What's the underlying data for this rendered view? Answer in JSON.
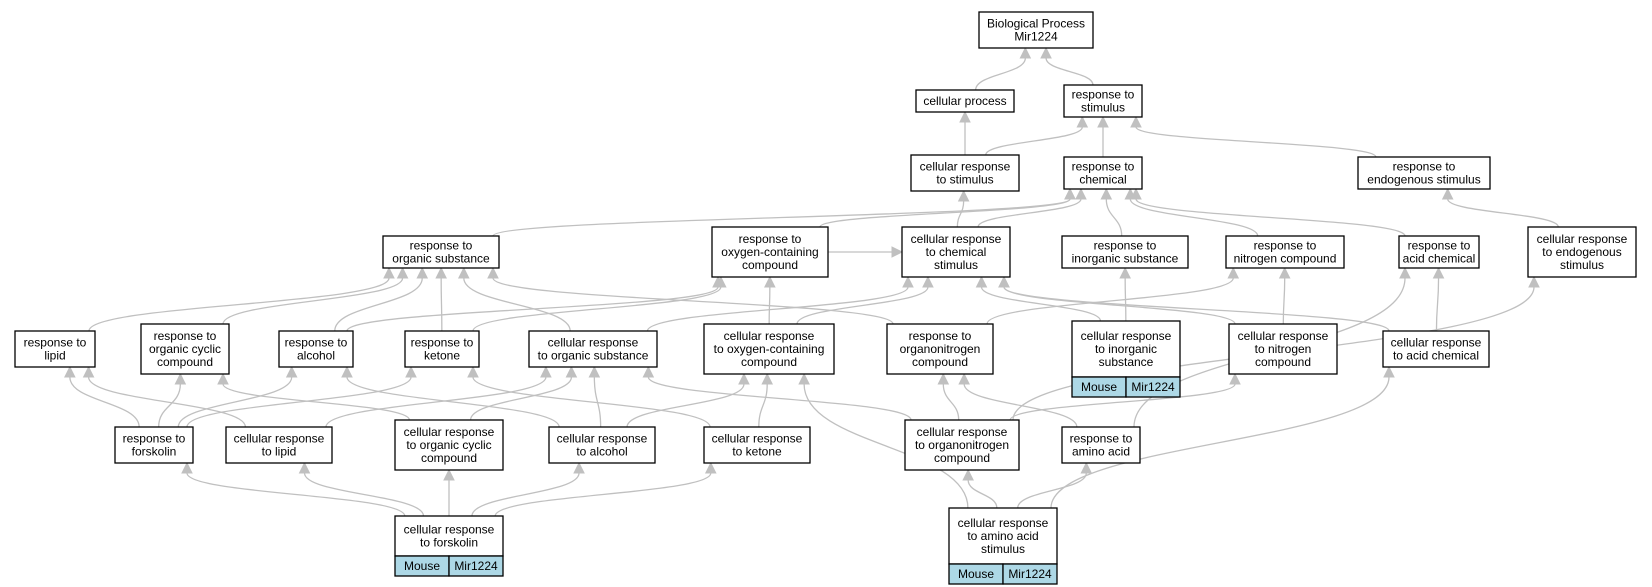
{
  "graph": {
    "colors": {
      "node_border": "#000000",
      "node_fill": "#ffffff",
      "edge": "#c0c0c0",
      "badge_fill": "#add8e6"
    },
    "nodes": [
      {
        "id": "bp",
        "lines": [
          "Biological Process",
          "Mir1224"
        ]
      },
      {
        "id": "cp",
        "lines": [
          "cellular process"
        ]
      },
      {
        "id": "rs",
        "lines": [
          "response to",
          "stimulus"
        ]
      },
      {
        "id": "crs",
        "lines": [
          "cellular response",
          "to stimulus"
        ]
      },
      {
        "id": "rc",
        "lines": [
          "response to",
          "chemical"
        ]
      },
      {
        "id": "res",
        "lines": [
          "response to",
          "endogenous stimulus"
        ]
      },
      {
        "id": "ros",
        "lines": [
          "response to",
          "organic substance"
        ]
      },
      {
        "id": "rocc",
        "lines": [
          "response to",
          "oxygen-containing",
          "compound"
        ]
      },
      {
        "id": "crcs",
        "lines": [
          "cellular response",
          "to chemical",
          "stimulus"
        ]
      },
      {
        "id": "ris",
        "lines": [
          "response to",
          "inorganic substance"
        ]
      },
      {
        "id": "rnc",
        "lines": [
          "response to",
          "nitrogen compound"
        ]
      },
      {
        "id": "rac",
        "lines": [
          "response to",
          "acid chemical"
        ]
      },
      {
        "id": "cres",
        "lines": [
          "cellular response",
          "to endogenous",
          "stimulus"
        ]
      },
      {
        "id": "rl",
        "lines": [
          "response to",
          "lipid"
        ]
      },
      {
        "id": "rocyc",
        "lines": [
          "response to",
          "organic cyclic",
          "compound"
        ]
      },
      {
        "id": "ra",
        "lines": [
          "response to",
          "alcohol"
        ]
      },
      {
        "id": "rk",
        "lines": [
          "response to",
          "ketone"
        ]
      },
      {
        "id": "cros",
        "lines": [
          "cellular response",
          "to organic substance"
        ]
      },
      {
        "id": "crocc",
        "lines": [
          "cellular response",
          "to oxygen-containing",
          "compound"
        ]
      },
      {
        "id": "ronc",
        "lines": [
          "response to",
          "organonitrogen",
          "compound"
        ]
      },
      {
        "id": "cris",
        "lines": [
          "cellular response",
          "to inorganic",
          "substance"
        ],
        "badge": [
          "Mouse",
          "Mir1224"
        ]
      },
      {
        "id": "crnc",
        "lines": [
          "cellular response",
          "to nitrogen",
          "compound"
        ]
      },
      {
        "id": "crac",
        "lines": [
          "cellular response",
          "to acid chemical"
        ]
      },
      {
        "id": "rf",
        "lines": [
          "response to",
          "forskolin"
        ]
      },
      {
        "id": "crl",
        "lines": [
          "cellular response",
          "to lipid"
        ]
      },
      {
        "id": "crocyc",
        "lines": [
          "cellular response",
          "to organic cyclic",
          "compound"
        ]
      },
      {
        "id": "cra",
        "lines": [
          "cellular response",
          "to alcohol"
        ]
      },
      {
        "id": "crk",
        "lines": [
          "cellular response",
          "to ketone"
        ]
      },
      {
        "id": "cronc",
        "lines": [
          "cellular response",
          "to organonitrogen",
          "compound"
        ]
      },
      {
        "id": "raa",
        "lines": [
          "response to",
          "amino acid"
        ]
      },
      {
        "id": "crf",
        "lines": [
          "cellular response",
          "to forskolin"
        ],
        "badge": [
          "Mouse",
          "Mir1224"
        ]
      },
      {
        "id": "craas",
        "lines": [
          "cellular response",
          "to amino acid",
          "stimulus"
        ],
        "badge": [
          "Mouse",
          "Mir1224"
        ]
      }
    ],
    "edges": [
      [
        "cp",
        "bp"
      ],
      [
        "rs",
        "bp"
      ],
      [
        "crs",
        "cp"
      ],
      [
        "crs",
        "rs"
      ],
      [
        "rc",
        "rs"
      ],
      [
        "res",
        "rs"
      ],
      [
        "ros",
        "rc"
      ],
      [
        "rocc",
        "rc"
      ],
      [
        "crcs",
        "rc"
      ],
      [
        "crcs",
        "crs"
      ],
      [
        "ris",
        "rc"
      ],
      [
        "rnc",
        "rc"
      ],
      [
        "rac",
        "rc"
      ],
      [
        "cres",
        "res"
      ],
      [
        "rl",
        "ros"
      ],
      [
        "rocyc",
        "ros"
      ],
      [
        "ra",
        "ros"
      ],
      [
        "ra",
        "rocc"
      ],
      [
        "rk",
        "ros"
      ],
      [
        "rk",
        "rocc"
      ],
      [
        "cros",
        "ros"
      ],
      [
        "cros",
        "crcs"
      ],
      [
        "crocc",
        "rocc"
      ],
      [
        "crocc",
        "crcs"
      ],
      [
        "ronc",
        "ros"
      ],
      [
        "ronc",
        "rnc"
      ],
      [
        "rocc",
        "crcs"
      ],
      [
        "cris",
        "ris"
      ],
      [
        "cris",
        "crcs"
      ],
      [
        "crnc",
        "rnc"
      ],
      [
        "crnc",
        "crcs"
      ],
      [
        "crac",
        "rac"
      ],
      [
        "crac",
        "crcs"
      ],
      [
        "rf",
        "rl"
      ],
      [
        "rf",
        "rocyc"
      ],
      [
        "rf",
        "ra"
      ],
      [
        "rf",
        "rk"
      ],
      [
        "crl",
        "rl"
      ],
      [
        "crl",
        "cros"
      ],
      [
        "crocyc",
        "rocyc"
      ],
      [
        "crocyc",
        "cros"
      ],
      [
        "cra",
        "ra"
      ],
      [
        "cra",
        "cros"
      ],
      [
        "cra",
        "crocc"
      ],
      [
        "crk",
        "rk"
      ],
      [
        "crk",
        "crocc"
      ],
      [
        "cronc",
        "ronc"
      ],
      [
        "cronc",
        "cros"
      ],
      [
        "cronc",
        "crnc"
      ],
      [
        "cronc",
        "cres"
      ],
      [
        "raa",
        "ronc"
      ],
      [
        "raa",
        "rac"
      ],
      [
        "crf",
        "rf"
      ],
      [
        "crf",
        "crl"
      ],
      [
        "crf",
        "crocyc"
      ],
      [
        "crf",
        "cra"
      ],
      [
        "crf",
        "crk"
      ],
      [
        "craas",
        "cronc"
      ],
      [
        "craas",
        "raa"
      ],
      [
        "craas",
        "crac"
      ],
      [
        "craas",
        "crocc"
      ]
    ]
  }
}
